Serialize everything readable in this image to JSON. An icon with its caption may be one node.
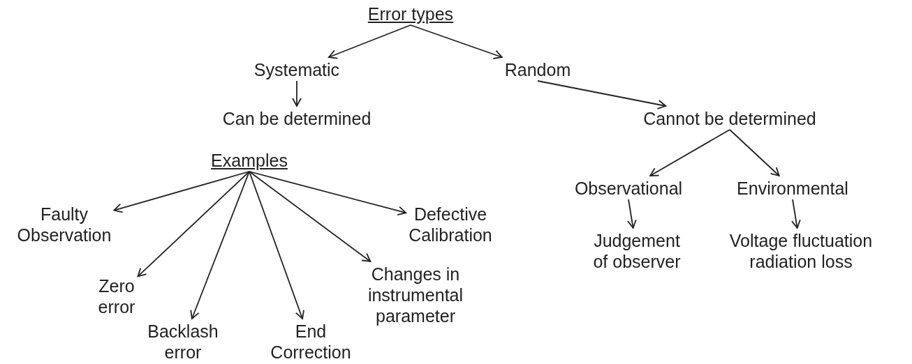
{
  "diagram": {
    "nodes": [
      {
        "text": [
          "Error types"
        ]
      },
      {
        "text": [
          "Systematic"
        ]
      },
      {
        "text": [
          "Random"
        ]
      },
      {
        "text": [
          "Can be determined"
        ]
      },
      {
        "text": [
          "Cannot be determined"
        ]
      },
      {
        "text": [
          "Examples"
        ]
      },
      {
        "text": [
          "Faulty Observation"
        ]
      },
      {
        "text": [
          "Zero error"
        ]
      },
      {
        "text": [
          "Backlash error"
        ]
      },
      {
        "text": [
          "End Correction"
        ]
      },
      {
        "text": [
          "Changes in instrumental parameter"
        ]
      },
      {
        "text": [
          "Defective Calibration"
        ]
      },
      {
        "text": [
          "Observational"
        ]
      },
      {
        "text": [
          "Environmental"
        ]
      },
      {
        "text": [
          "Judgement of observer"
        ]
      },
      {
        "text": [
          "Voltage fluctuation radiation loss"
        ]
      }
    ],
    "edges": [
      {
        "from": 0,
        "to": 1,
        "arrow": "to"
      },
      {
        "from": 0,
        "to": 2,
        "arrow": "to"
      },
      {
        "from": 1,
        "to": 3,
        "arrow": "to"
      },
      {
        "from": 2,
        "to": 4,
        "arrow": "to"
      },
      {
        "from": 5,
        "to": 6,
        "arrow": "to"
      },
      {
        "from": 5,
        "to": 7,
        "arrow": "to"
      },
      {
        "from": 5,
        "to": 8,
        "arrow": "to"
      },
      {
        "from": 5,
        "to": 9,
        "arrow": "to"
      },
      {
        "from": 5,
        "to": 10,
        "arrow": "to"
      },
      {
        "from": 5,
        "to": 11,
        "arrow": "to"
      },
      {
        "from": 4,
        "to": 12,
        "arrow": "to"
      },
      {
        "from": 4,
        "to": 13,
        "arrow": "to"
      },
      {
        "from": 12,
        "to": 14,
        "arrow": "to"
      },
      {
        "from": 13,
        "to": 15,
        "arrow": "to"
      }
    ]
  }
}
